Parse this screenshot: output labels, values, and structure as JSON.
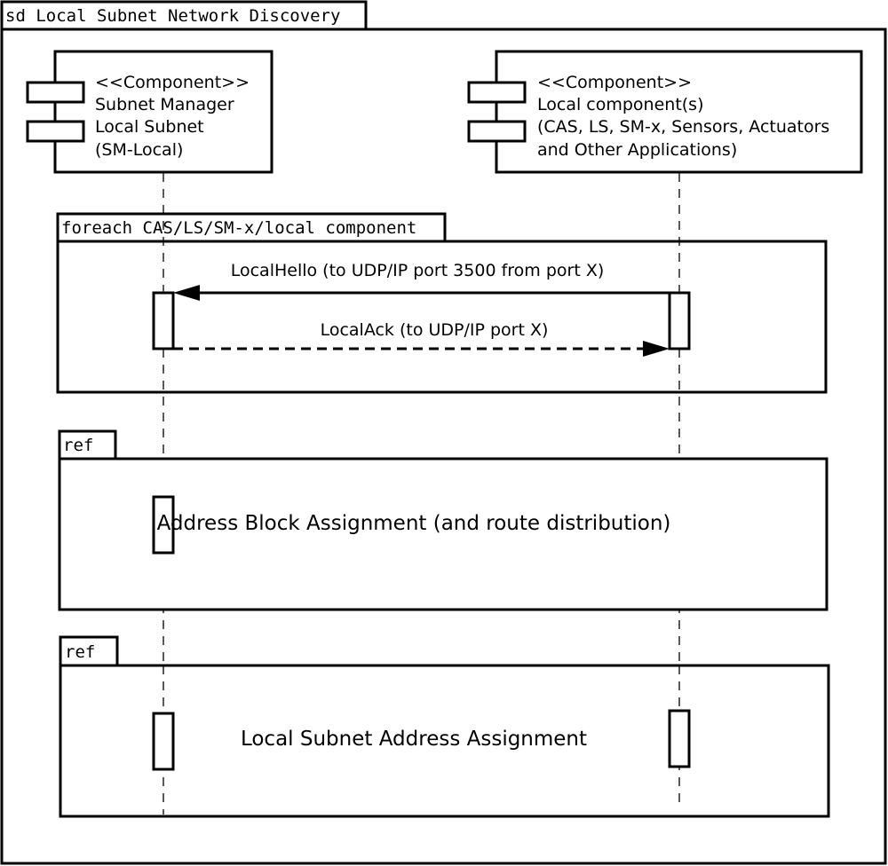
{
  "frame": {
    "title": "sd Local Subnet Network Discovery"
  },
  "lifelines": [
    {
      "stereotype": "<<Component>>",
      "lines": [
        "Subnet Manager",
        "Local Subnet",
        "(SM-Local)"
      ]
    },
    {
      "stereotype": "<<Component>>",
      "lines": [
        "Local component(s)",
        "(CAS, LS, SM-x, Sensors, Actuators",
        "and Other Applications)"
      ]
    }
  ],
  "fragments": [
    {
      "tag": "foreach CAS/LS/SM-x/local component"
    },
    {
      "tag": "ref",
      "label": "Address Block Assignment (and route distribution)"
    },
    {
      "tag": "ref",
      "label": "Local Subnet Address Assignment"
    }
  ],
  "messages": [
    {
      "label": "LocalHello (to UDP/IP port 3500 from port X)",
      "style": "solid"
    },
    {
      "label": "LocalAck (to UDP/IP port X)",
      "style": "dashed"
    }
  ]
}
